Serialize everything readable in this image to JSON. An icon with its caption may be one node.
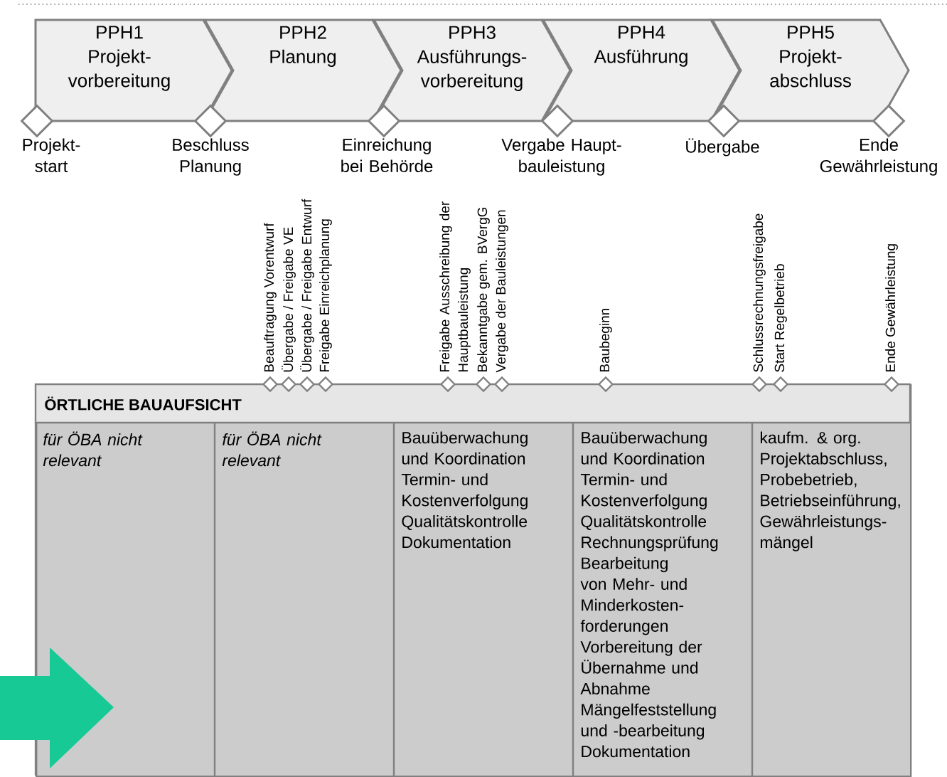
{
  "diagram": {
    "nodes": [
      {
        "text": [
          "PPH1",
          "Projekt- vorbereitung"
        ]
      },
      {
        "text": [
          "PPH2",
          "Planung"
        ]
      },
      {
        "text": [
          "PPH3",
          "Ausführungs- vorbereitung"
        ]
      },
      {
        "text": [
          "PPH4",
          "Ausführung"
        ]
      },
      {
        "text": [
          "PPH5",
          "Projekt- abschluss"
        ]
      },
      {
        "text": [
          "Projekt- start"
        ]
      },
      {
        "text": [
          "Beschluss Planung"
        ]
      },
      {
        "text": [
          "Einreichung bei Behörde"
        ]
      },
      {
        "text": [
          "Vergabe Haupt- bauleistung"
        ]
      },
      {
        "text": [
          "Übergabe"
        ]
      },
      {
        "text": [
          "Ende Gewährleistung"
        ]
      },
      {
        "text": [
          "Beauftragung Vorentwurf"
        ]
      },
      {
        "text": [
          "Übergabe / Freigabe VE"
        ]
      },
      {
        "text": [
          "Übergabe / Freigabe Entwurf"
        ]
      },
      {
        "text": [
          "Freigabe Einreichplanung"
        ]
      },
      {
        "text": [
          "Freigabe Ausschreibung der Hauptbauleistung"
        ]
      },
      {
        "text": [
          "Bekanntgabe gem. BVergG"
        ]
      },
      {
        "text": [
          "Vergabe der Bauleistungen"
        ]
      },
      {
        "text": [
          "Baubeginn"
        ]
      },
      {
        "text": [
          "Schlussrechnungsfreigabe"
        ]
      },
      {
        "text": [
          "Start Regelbetrieb"
        ]
      },
      {
        "text": [
          "Ende Gewährleistung"
        ]
      },
      {
        "text": [
          "ÖRTLICHE BAUAUFSICHT"
        ]
      },
      {
        "text": [
          "für ÖBA nicht relevant"
        ],
        "in": 22
      },
      {
        "text": [
          "für ÖBA nicht relevant"
        ],
        "in": 22
      },
      {
        "text": [
          "Bauüberwachung und Koordination",
          "Termin- und Kostenverfolgung",
          "Qualitätskontrolle",
          "Dokumentation"
        ],
        "in": 22
      },
      {
        "text": [
          "Bauüberwachung und Koordination",
          "Termin- und Kostenverfolgung",
          "Qualitätskontrolle",
          "Rechnungsprüfung",
          "Bearbeitung von Mehr- und Minderkosten- forderungen",
          "Vorbereitung der Übernahme und Abnahme",
          "Mängelfeststellung und -bearbeitung",
          "Dokumentation"
        ],
        "in": 22
      },
      {
        "text": [
          "kaufm. & org. Projektabschluss, Probebetrieb, Betriebseinführung, Gewährleistungs- mängel"
        ],
        "in": 22
      }
    ]
  }
}
